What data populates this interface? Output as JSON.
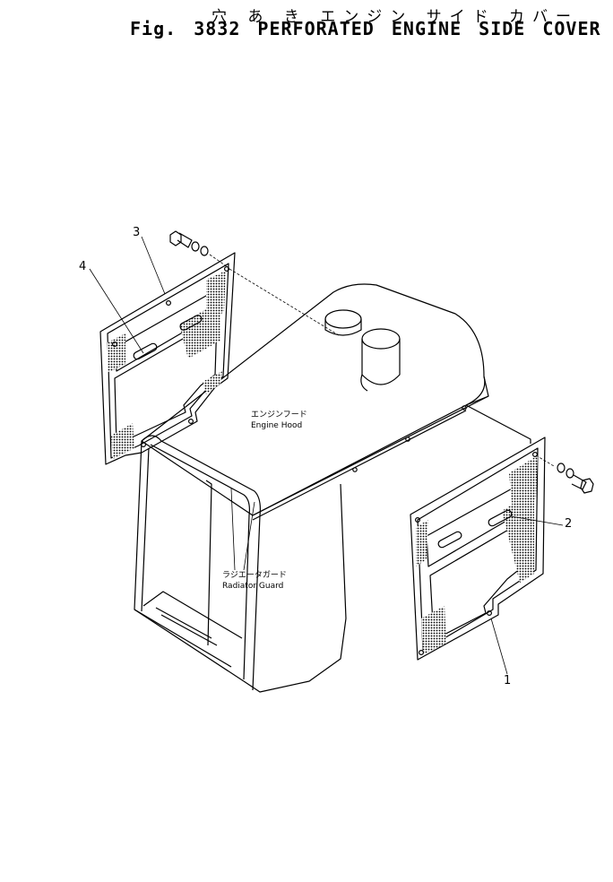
{
  "title": {
    "japanese": "穴 あ き エンジン サイド カバー",
    "english": "Fig. 3832 PERFORATED ENGINE SIDE COVER"
  },
  "labels": {
    "engine_hood_jp": "エンジンフード",
    "engine_hood_en": "Engine Hood",
    "radiator_guard_jp": "ラジエータガード",
    "radiator_guard_en": "Radiator Guard"
  },
  "callouts": {
    "part_1": "1",
    "part_2": "2",
    "part_3": "3",
    "part_4": "4"
  }
}
